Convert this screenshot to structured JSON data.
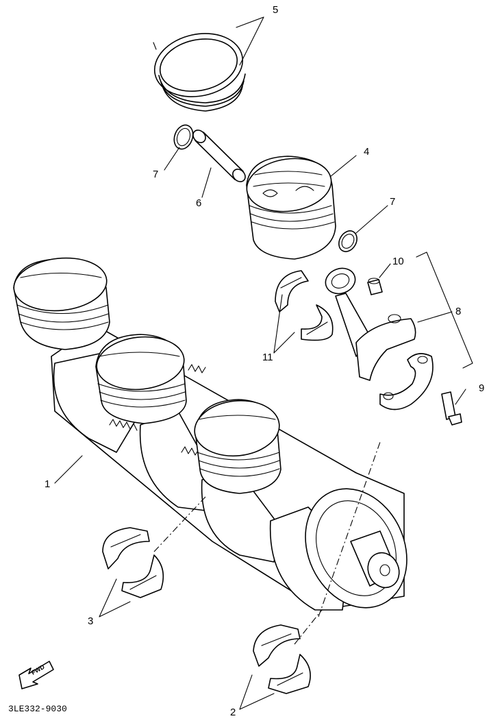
{
  "callouts": {
    "c1": "1",
    "c2": "2",
    "c3": "3",
    "c4": "4",
    "c5": "5",
    "c6": "6",
    "c7a": "7",
    "c7b": "7",
    "c8": "8",
    "c9": "9",
    "c10": "10",
    "c11": "11"
  },
  "fwd_label": "FWD",
  "diagram_code": "3LE332-9030"
}
